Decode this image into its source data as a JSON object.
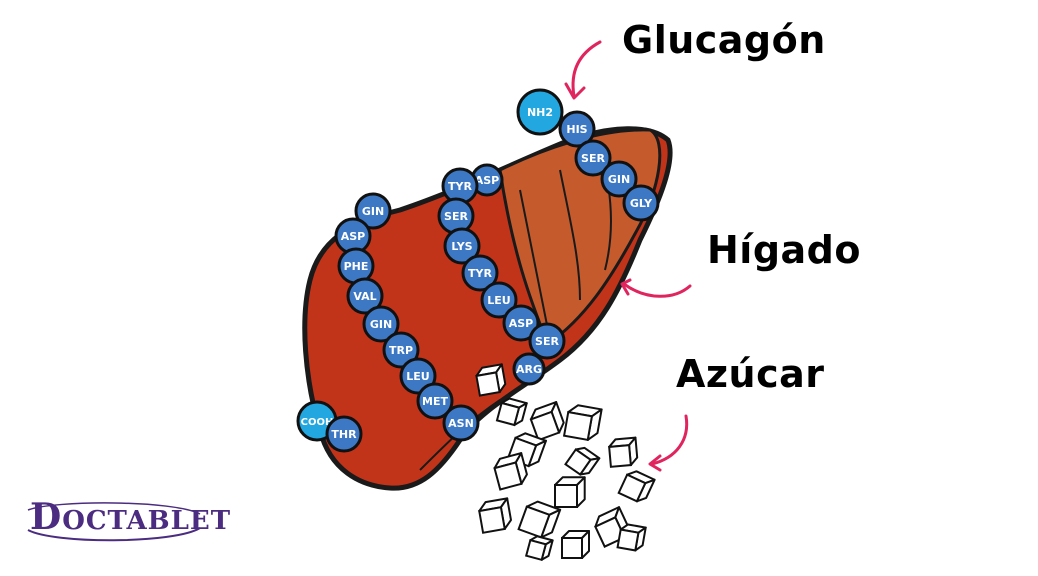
{
  "labels": {
    "glucagon": "Glucagón",
    "higado": "Hígado",
    "azucar": "Azúcar"
  },
  "logo": {
    "first_letter": "D",
    "rest": "OCTABLET"
  },
  "colors": {
    "liver_dark": "#b23018",
    "liver_light": "#d9421e",
    "liver_lobe": "#c4542a",
    "bead": "#3d78c5",
    "bead_terminal": "#22a7e0",
    "arrow": "#e0245e",
    "logo": "#4b2c80"
  },
  "chain1": [
    "NH2",
    "HIS",
    "SER",
    "GIN",
    "GLY"
  ],
  "chain2": [
    "TYR",
    "SER",
    "LYS",
    "TYR",
    "LEU",
    "ASP",
    "SER"
  ],
  "chain2_hidden": [
    "ASP"
  ],
  "chain3": [
    "GIN",
    "ASP",
    "PHE",
    "VAL",
    "GIN",
    "TRP",
    "LEU",
    "MET",
    "ASN"
  ],
  "chain4": [
    "COOH",
    "THR"
  ],
  "chain_extra": [
    "ARG"
  ]
}
